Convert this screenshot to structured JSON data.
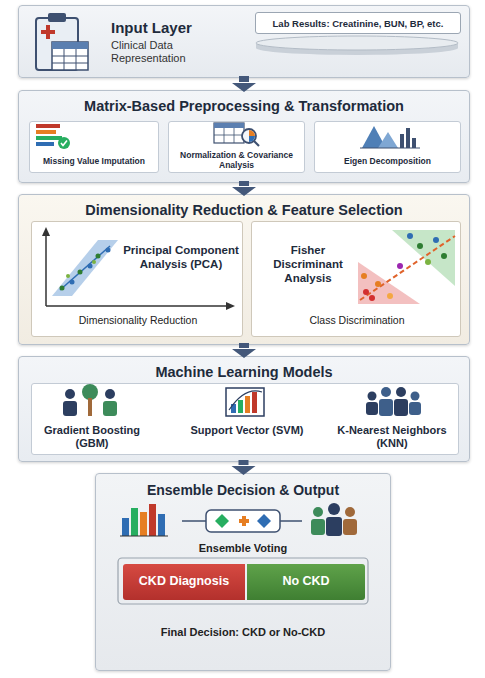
{
  "diagram": {
    "nodes": [
      {
        "text": [
          "Input Layer",
          "Clinical Data Representation"
        ]
      },
      {
        "text": [
          "Lab Results: Creatinine, BUN, BP, etc."
        ],
        "in": 0
      },
      {
        "text": [
          "Matrix-Based Preprocessing & Transformation"
        ]
      },
      {
        "text": [
          "Missing Value Imputation"
        ],
        "in": 2
      },
      {
        "text": [
          "Normalization & Covariance Analysis"
        ],
        "in": 2
      },
      {
        "text": [
          "Eigen Decomposition"
        ],
        "in": 2
      },
      {
        "text": [
          "Dimensionality Reduction & Feature Selection"
        ]
      },
      {
        "text": [
          "Principal Component Analysis (PCA)",
          "Dimensionality Reduction"
        ],
        "in": 6
      },
      {
        "text": [
          "Fisher Discriminant Analysis",
          "Class Discrimination"
        ],
        "in": 6
      },
      {
        "text": [
          "Machine Learning Models"
        ]
      },
      {
        "text": [
          "Gradient Boosting (GBM)",
          "Support Vector (SVM)",
          "K-Nearest Neighbors (KNN)"
        ],
        "in": 9
      },
      {
        "text": [
          "Ensemble Decision & Output",
          "Ensemble Voting",
          "Final Decision: CKD or No-CKD"
        ]
      },
      {
        "text": [
          "CKD Diagnosis"
        ],
        "in": 11
      },
      {
        "text": [
          "No CKD"
        ],
        "in": 11
      }
    ],
    "edges": [
      {
        "from": 0,
        "to": 2,
        "arrow": "to"
      },
      {
        "from": 2,
        "to": 6,
        "arrow": "to"
      },
      {
        "from": 6,
        "to": 9,
        "arrow": "to"
      },
      {
        "from": 9,
        "to": 11,
        "arrow": "to"
      }
    ]
  }
}
